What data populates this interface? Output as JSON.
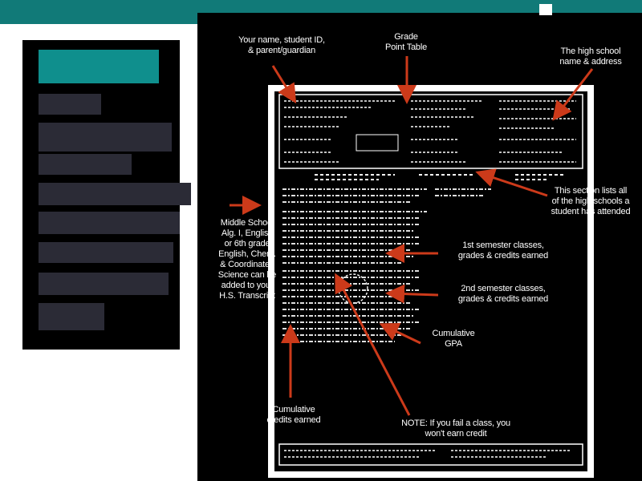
{
  "colors": {
    "topbar": "#117a78",
    "active": "#0f8f8d",
    "menu": "#2b2b36",
    "arrow": "#cc3a1a"
  },
  "menu": [
    {
      "label": ""
    },
    {
      "label": ""
    },
    {
      "label": ""
    },
    {
      "label": ""
    },
    {
      "label": ""
    },
    {
      "label": ""
    },
    {
      "label": ""
    },
    {
      "label": ""
    },
    {
      "label": ""
    }
  ],
  "annotations": {
    "student_info": "Your name, student ID,\n& parent/guardian",
    "grade_table": "Grade\nPoint Table",
    "school_info": "The high school\nname & address",
    "schools_attended": "This section lists all\nof the high schools a\nstudent has attended",
    "middle_school": "Middle School\nAlg. I, English\nor 6th grade\nEnglish, Chem.\n& Coordinated\nScience can be\nadded to your\nH.S. Transcript",
    "first_semester": "1st semester classes,\ngrades & credits earned",
    "second_semester": "2nd semester classes,\ngrades & credits earned",
    "cumulative_gpa": "Cumulative\nGPA",
    "cumulative_credits": "Cumulative\ncredits earned",
    "note": "NOTE: If you fail a class, you\nwon't earn credit"
  }
}
